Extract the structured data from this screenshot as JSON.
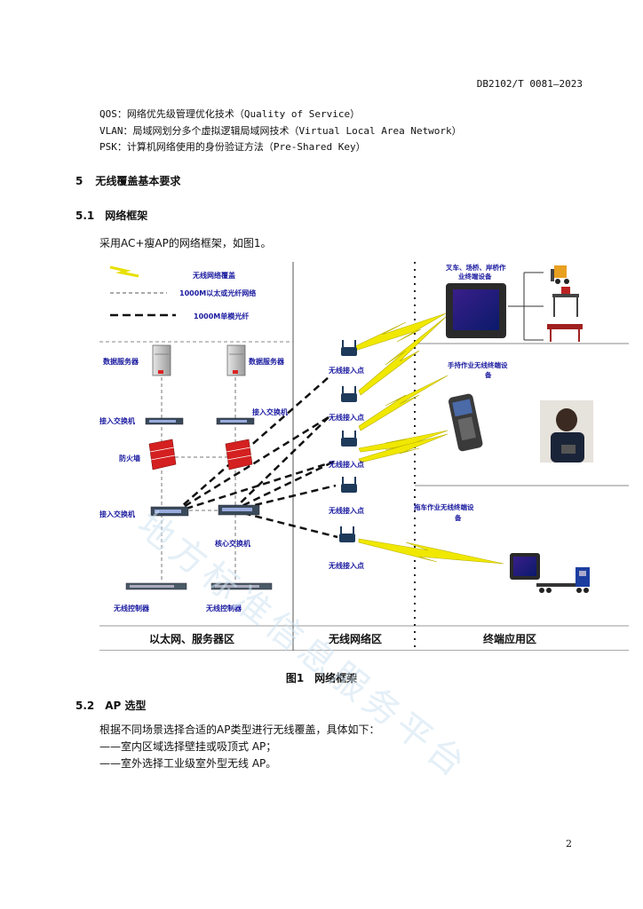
{
  "header": {
    "doc_code": "DB2102/T 0081—2023"
  },
  "abbreviations": [
    "QOS：网络优先级管理优化技术（Quality of Service）",
    "VLAN：局域网划分多个虚拟逻辑局域网技术（Virtual Local Area Network）",
    "PSK：计算机网络使用的身份验证方法（Pre-Shared Key）"
  ],
  "section5": {
    "num": "5",
    "title": "无线覆盖基本要求"
  },
  "section51": {
    "num": "5.1",
    "title": "网络框架"
  },
  "para51": "采用AC+瘦AP的网络框架，如图1。",
  "figure": {
    "legend": {
      "wireless": "无线网络覆盖",
      "ethernet": "1000M以太或光纤网络",
      "singlemode": "1000M单模光纤"
    },
    "data_server": "数据服务器",
    "access_switch": "接入交换机",
    "firewall": "防火墙",
    "core_switch": "核心交换机",
    "wireless_controller": "无线控制器",
    "ap": "无线接入点",
    "terminal_top": [
      "叉车、场桥、岸桥作",
      "业终端设备"
    ],
    "terminal_mid": [
      "手持作业无线终端设",
      "备"
    ],
    "terminal_bot": [
      "拖车作业无线终端设",
      "备"
    ],
    "zone_left": "以太网、服务器区",
    "zone_mid": "无线网络区",
    "zone_right": "终端应用区",
    "caption_num": "图1",
    "caption_title": "网络框架"
  },
  "section52": {
    "num": "5.2",
    "title": "AP 选型"
  },
  "para52": [
    "根据不同场景选择合适的AP类型进行无线覆盖，具体如下：",
    "——室内区域选择壁挂或吸顶式 AP；",
    "——室外选择工业级室外型无线 AP。"
  ],
  "page_number": "2",
  "watermark": "地方标准信息服务平台"
}
